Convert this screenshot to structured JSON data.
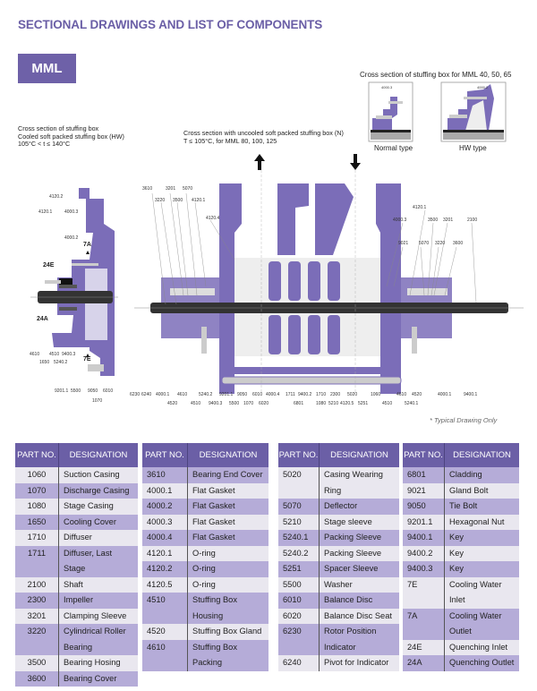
{
  "title": "SECTIONAL DRAWINGS AND LIST OF COMPONENTS",
  "model_badge": "MML",
  "captions": {
    "left": [
      "Cross section of stuffing box",
      "Cooled soft packed stuffing box (HW)",
      "105°C < t ≤ 140°C"
    ],
    "center": [
      "Cross section with uncooled soft packed stuffing box (N)",
      "T ≤ 105°C, for MML 80, 100, 125"
    ],
    "right": "Cross section of stuffing box for MML 40, 50, 65",
    "normal_type": "Normal type",
    "hw_type": "HW type",
    "inset_label_normal": "4000.3",
    "inset_label_hw": "4000.2"
  },
  "note": "* Typical Drawing Only",
  "drawing_labels": [
    "4120.2",
    "4120.1",
    "4000.3",
    "4000.2",
    "7A",
    "24E",
    "24A",
    "7E",
    "4610",
    "4510",
    "9400.3",
    "1650",
    "5240.2",
    "9201.1",
    "5500",
    "9050",
    "6010",
    "1070",
    "3610",
    "3201",
    "5070",
    "3220",
    "3500",
    "4120.1",
    "4120.4",
    "4120.1",
    "4000.3",
    "3500",
    "3201",
    "2100",
    "9021",
    "5070",
    "3220",
    "3600",
    "6230",
    "6240",
    "4000.1",
    "4610",
    "5240.2",
    "9201.1",
    "9050",
    "6010",
    "4000.4",
    "1711",
    "9400.2",
    "1710",
    "2300",
    "5020",
    "1060",
    "4610",
    "4520",
    "4000.1",
    "9400.1",
    "4520",
    "4510",
    "9400.3",
    "5500",
    "1070",
    "6020",
    "6801",
    "1080",
    "5210",
    "4120.5",
    "5251",
    "4510",
    "5240.1"
  ],
  "table_headers": {
    "part_no": "PART NO.",
    "designation": "DESIGNATION"
  },
  "tables": [
    [
      {
        "no": "1060",
        "d": "Suction Casing"
      },
      {
        "no": "1070",
        "d": "Discharge Casing"
      },
      {
        "no": "1080",
        "d": "Stage Casing"
      },
      {
        "no": "1650",
        "d": "Cooling Cover"
      },
      {
        "no": "1710",
        "d": "Diffuser"
      },
      {
        "no": "1711",
        "d": "Diffuser, Last Stage"
      },
      {
        "no": "2100",
        "d": "Shaft"
      },
      {
        "no": "2300",
        "d": "Impeller"
      },
      {
        "no": "3201",
        "d": "Clamping Sleeve"
      },
      {
        "no": "3220",
        "d": "Cylindrical Roller Bearing"
      },
      {
        "no": "3500",
        "d": "Bearing Hosing"
      },
      {
        "no": "3600",
        "d": "Bearing Cover"
      }
    ],
    [
      {
        "no": "3610",
        "d": "Bearing End Cover"
      },
      {
        "no": "4000.1",
        "d": "Flat Gasket"
      },
      {
        "no": "4000.2",
        "d": "Flat Gasket"
      },
      {
        "no": "4000.3",
        "d": "Flat Gasket"
      },
      {
        "no": "4000.4",
        "d": "Flat Gasket"
      },
      {
        "no": "4120.1",
        "d": "O-ring"
      },
      {
        "no": "4120.2",
        "d": "O-ring"
      },
      {
        "no": "4120.5",
        "d": "O-ring"
      },
      {
        "no": "4510",
        "d": "Stuffing Box Housing"
      },
      {
        "no": "4520",
        "d": "Stuffing Box Gland"
      },
      {
        "no": "4610",
        "d": "Stuffing Box Packing"
      }
    ],
    [
      {
        "no": "5020",
        "d": "Casing Wearing Ring"
      },
      {
        "no": "5070",
        "d": "Deflector"
      },
      {
        "no": "5210",
        "d": "Stage sleeve"
      },
      {
        "no": "5240.1",
        "d": "Packing Sleeve"
      },
      {
        "no": "5240.2",
        "d": "Packing Sleeve"
      },
      {
        "no": "5251",
        "d": "Spacer Sleeve"
      },
      {
        "no": "5500",
        "d": "Washer"
      },
      {
        "no": "6010",
        "d": "Balance Disc"
      },
      {
        "no": "6020",
        "d": "Balance Disc Seat"
      },
      {
        "no": "6230",
        "d": "Rotor Position Indicator"
      },
      {
        "no": "6240",
        "d": "Pivot for Indicator"
      }
    ],
    [
      {
        "no": "6801",
        "d": "Cladding"
      },
      {
        "no": "9021",
        "d": "Gland Bolt"
      },
      {
        "no": "9050",
        "d": "Tie Bolt"
      },
      {
        "no": "9201.1",
        "d": "Hexagonal Nut"
      },
      {
        "no": "9400.1",
        "d": "Key"
      },
      {
        "no": "9400.2",
        "d": "Key"
      },
      {
        "no": "9400.3",
        "d": "Key"
      },
      {
        "no": "7E",
        "d": "Cooling Water Inlet"
      },
      {
        "no": "7A",
        "d": "Cooling Water Outlet"
      },
      {
        "no": "24E",
        "d": "Quenching Inlet"
      },
      {
        "no": "24A",
        "d": "Quenching Outlet"
      }
    ]
  ],
  "colors": {
    "accent": "#6e61a8",
    "row_dark": "#b5acd8",
    "row_light": "#e9e7ef"
  }
}
